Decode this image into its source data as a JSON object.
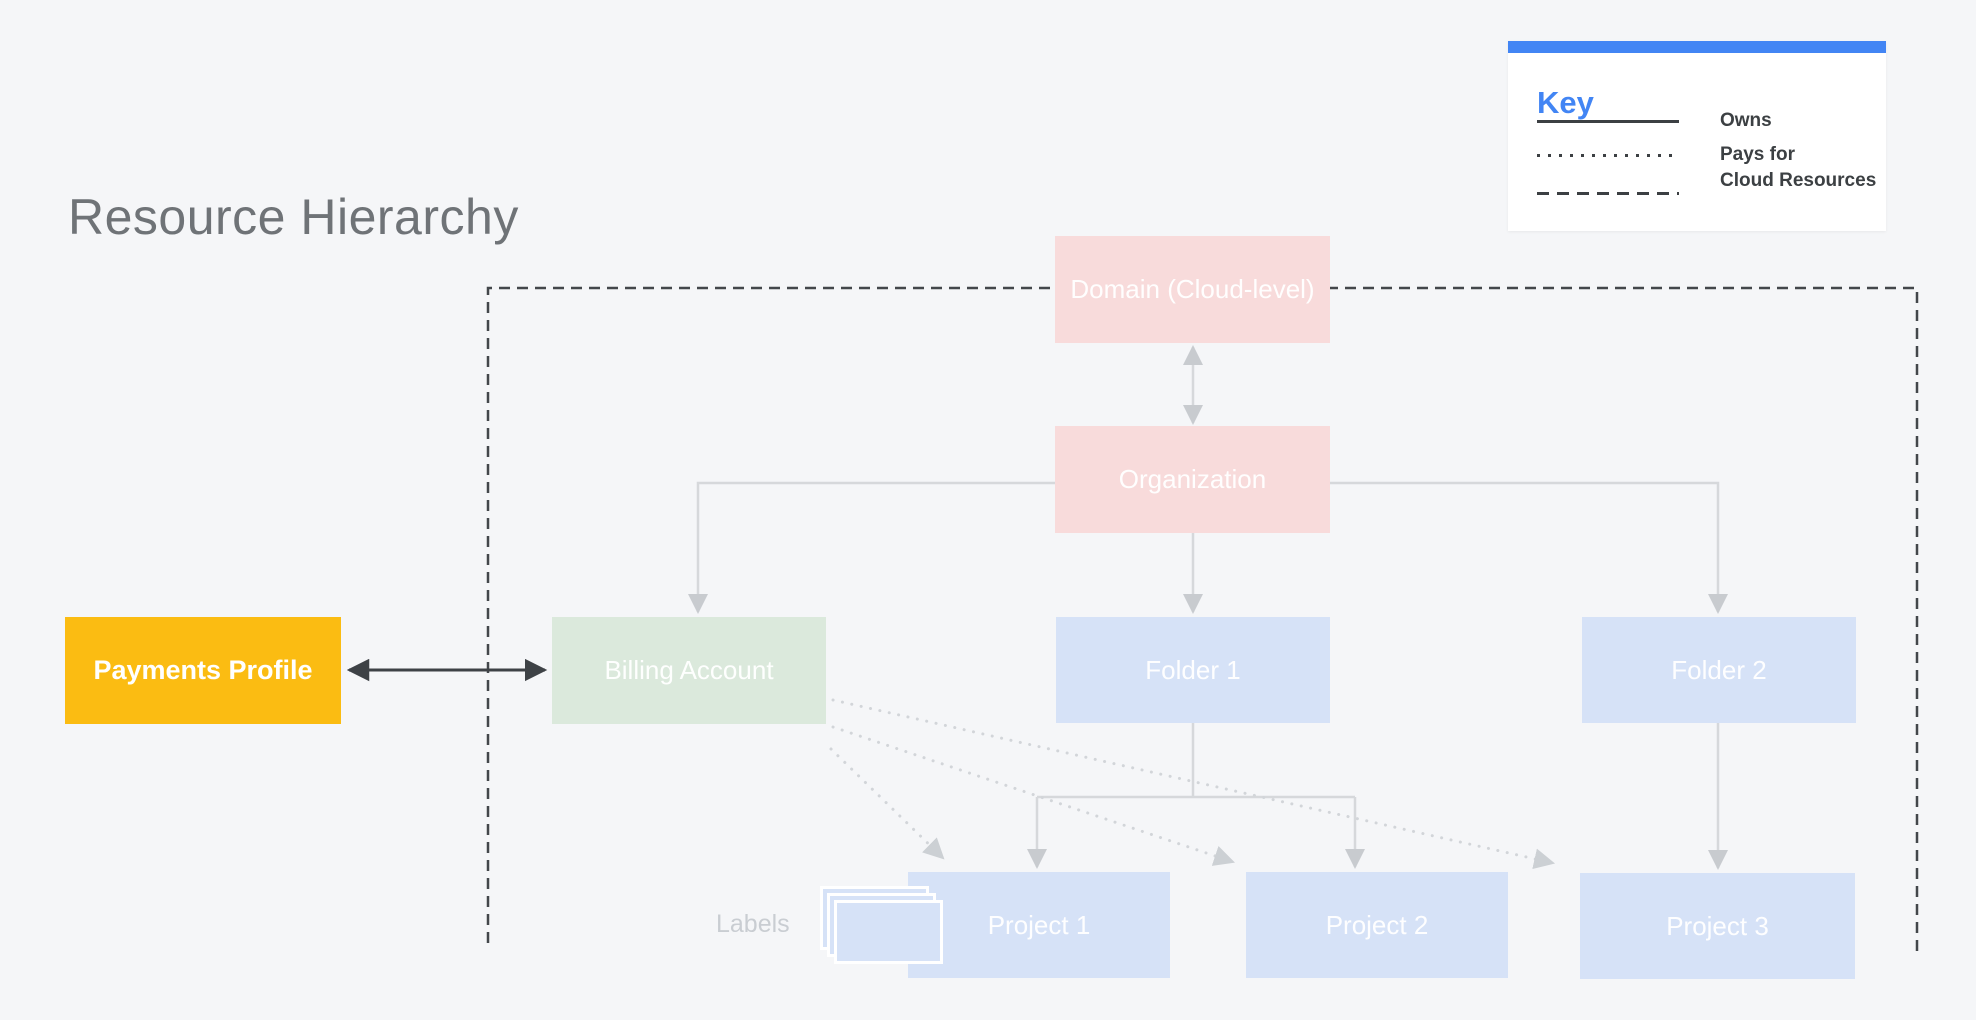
{
  "page": {
    "title": "Resource Hierarchy"
  },
  "legend": {
    "title": "Key",
    "items": [
      {
        "label": "Owns",
        "line_style": "solid"
      },
      {
        "label": "Pays for",
        "line_style": "dotted"
      },
      {
        "label": "Cloud Resources",
        "line_style": "dashed"
      }
    ]
  },
  "nodes": {
    "domain": {
      "label": "Domain (Cloud-level)",
      "color": "#f8dbdb"
    },
    "organization": {
      "label": "Organization",
      "color": "#f8dbdb"
    },
    "payments_profile": {
      "label": "Payments Profile",
      "color": "#fbbc12"
    },
    "billing_account": {
      "label": "Billing Account",
      "color": "#dbe9dc"
    },
    "folder1": {
      "label": "Folder 1",
      "color": "#d6e2f7"
    },
    "folder2": {
      "label": "Folder 2",
      "color": "#d6e2f7"
    },
    "project1": {
      "label": "Project 1",
      "color": "#d6e2f7"
    },
    "project2": {
      "label": "Project 2",
      "color": "#d6e2f7"
    },
    "project3": {
      "label": "Project 3",
      "color": "#d6e2f7"
    }
  },
  "annotations": {
    "labels_caption": "Labels"
  },
  "relationships": [
    {
      "from": "Domain (Cloud-level)",
      "to": "Organization",
      "type": "owns",
      "bidirectional": true
    },
    {
      "from": "Organization",
      "to": "Billing Account",
      "type": "owns"
    },
    {
      "from": "Organization",
      "to": "Folder 1",
      "type": "owns"
    },
    {
      "from": "Organization",
      "to": "Folder 2",
      "type": "owns"
    },
    {
      "from": "Folder 1",
      "to": "Project 1",
      "type": "owns"
    },
    {
      "from": "Folder 1",
      "to": "Project 2",
      "type": "owns"
    },
    {
      "from": "Folder 2",
      "to": "Project 3",
      "type": "owns"
    },
    {
      "from": "Payments Profile",
      "to": "Billing Account",
      "type": "pays for",
      "bidirectional": true
    },
    {
      "from": "Billing Account",
      "to": "Project 1",
      "type": "pays for"
    },
    {
      "from": "Billing Account",
      "to": "Project 2",
      "type": "pays for"
    },
    {
      "from": "Billing Account",
      "to": "Project 3",
      "type": "pays for"
    }
  ],
  "boundary": {
    "label": "Cloud Resources",
    "style": "dashed",
    "contains": [
      "Domain (Cloud-level)",
      "Organization",
      "Billing Account",
      "Folder 1",
      "Folder 2",
      "Project 1",
      "Project 2",
      "Project 3"
    ]
  },
  "colors": {
    "accent_blue": "#4285f4",
    "domain_and_org": "#f8dbdb",
    "billing_account": "#dbe9dc",
    "folders_and_projects": "#d6e2f7",
    "payments_profile": "#fbbc12",
    "background": "#f5f6f8"
  }
}
